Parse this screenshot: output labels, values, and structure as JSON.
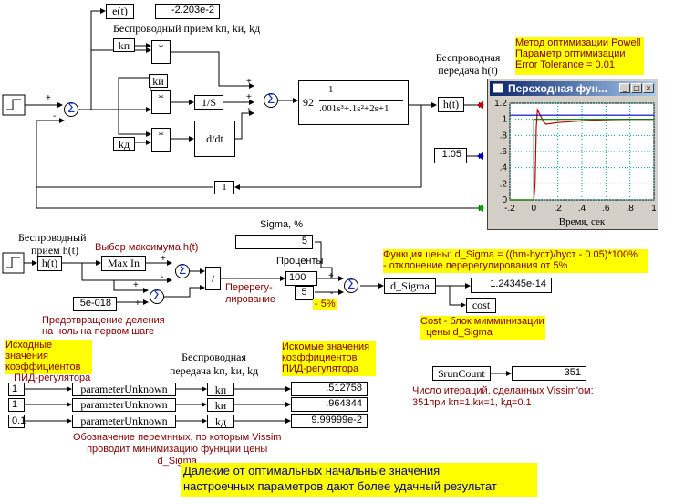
{
  "top": {
    "e_block": "e(t)",
    "e_value": "-2.203e-2",
    "wireless_recv_title": "Беспроводный прием kп, kи, kд",
    "kp": "kп",
    "ki": "kи",
    "kd": "kд",
    "mult": "*",
    "integrator": "1/S",
    "derivative": "d/dt",
    "tf_gain": "92",
    "tf_num": "1",
    "tf_den": ".001s³+.1s²+2s+1",
    "wireless_tx_label": "Беспроводная передача h(t)",
    "h_block": "h(t)",
    "setpoint_value": "1.05",
    "gain_one": "1"
  },
  "method_note": [
    "Метод оптимизации Powell",
    "Параметр оптимизации",
    "Error Tolerance = 0.01"
  ],
  "plot": {
    "title": "Переходная фун...",
    "xlabel": "Время, сек",
    "yticks": [
      "1.2",
      "1",
      ".8",
      ".6",
      ".4",
      ".2",
      "0"
    ],
    "xticks": [
      "-.2",
      "0",
      ".2",
      ".4",
      ".6",
      ".8",
      "1"
    ],
    "btn_min": "_",
    "btn_max": "□",
    "btn_close": "x"
  },
  "middle": {
    "wireless_recv_h": [
      "Беспроводный",
      "прием h(t)"
    ],
    "h_block": "h(t)",
    "max_label": "Выбор максимума h(t)",
    "max_block": "Max In",
    "div": "/",
    "eps_value": "5e-018",
    "eps_note": [
      "Предотвращение деления",
      "на ноль на первом шаге"
    ],
    "sigma_label": "Sigma, %",
    "sigma_value": "5",
    "percent_label": "Проценты",
    "hundred": "100",
    "five": "5",
    "overshoot_label": [
      "Перерегу-",
      "лирование"
    ],
    "minus5": "- 5%",
    "dsigma_block": "d_Sigma",
    "dsigma_value": "1.24345e-14",
    "cost_block": "cost",
    "cost_func_note": [
      "Функция цены: d_Sigma = ((hm-hуст)/hуст - 0.05)*100%",
      "- отклонение перерегулирования от 5%"
    ],
    "cost_note": [
      "Cost - блок мимминизации",
      "  цены d_Sigma"
    ]
  },
  "bottom": {
    "initial_note": [
      "Исходные значения",
      "коэффициентов",
      "   ПИД-регулятора"
    ],
    "wireless_tx_k": [
      "Беспроводная",
      "передача kп, kи, kд"
    ],
    "sought_note": [
      "Искомые значения",
      "коэффициентов",
      "ПИД-регулятора"
    ],
    "rows": [
      {
        "init": "1",
        "param": "parameterUnknown",
        "k": "kп",
        "result": ".512758"
      },
      {
        "init": "1",
        "param": "parameterUnknown",
        "k": "kи",
        "result": ".964344"
      },
      {
        "init": "0.1",
        "param": "parameterUnknown",
        "k": "kд",
        "result": "9.99999e-2"
      }
    ],
    "runcount_block": "$runCount",
    "runcount_value": "351",
    "iter_note": [
      "Число итераций, сделанных Vissim'ом:",
      "351при kп=1,kи=1, kд=0.1"
    ],
    "param_note": [
      "Обозначение перемнных, по которым Vissim",
      "проводит минимизацию функции цены",
      "d_Sigma"
    ],
    "conclusion": [
      "Далекие от оптимальных начальные значения",
      "настроечных параметров дают более удачный результат"
    ]
  },
  "chart_data": {
    "type": "line",
    "title": "Переходная фун...",
    "xlabel": "Время, сек",
    "ylabel": "",
    "xlim": [
      -0.2,
      1
    ],
    "ylim": [
      0,
      1.2
    ],
    "grid": true,
    "series": [
      {
        "color": "#c00000",
        "x": [
          -0.2,
          0,
          0.01,
          0.02,
          0.03,
          0.05,
          0.08,
          0.1,
          0.15,
          0.2,
          0.3,
          0.4,
          0.5,
          0.6,
          0.8,
          1.0
        ],
        "y": [
          0,
          0,
          0.2,
          0.9,
          1.12,
          1.06,
          0.97,
          0.94,
          0.95,
          0.96,
          0.97,
          0.98,
          0.99,
          0.995,
          1.0,
          1.0
        ]
      },
      {
        "color": "#008000",
        "x": [
          -0.2,
          0,
          0,
          1.0
        ],
        "y": [
          0,
          0,
          1.0,
          1.0
        ]
      },
      {
        "color": "#0000c0",
        "x": [
          -0.2,
          1.0
        ],
        "y": [
          1.05,
          1.05
        ]
      }
    ]
  }
}
